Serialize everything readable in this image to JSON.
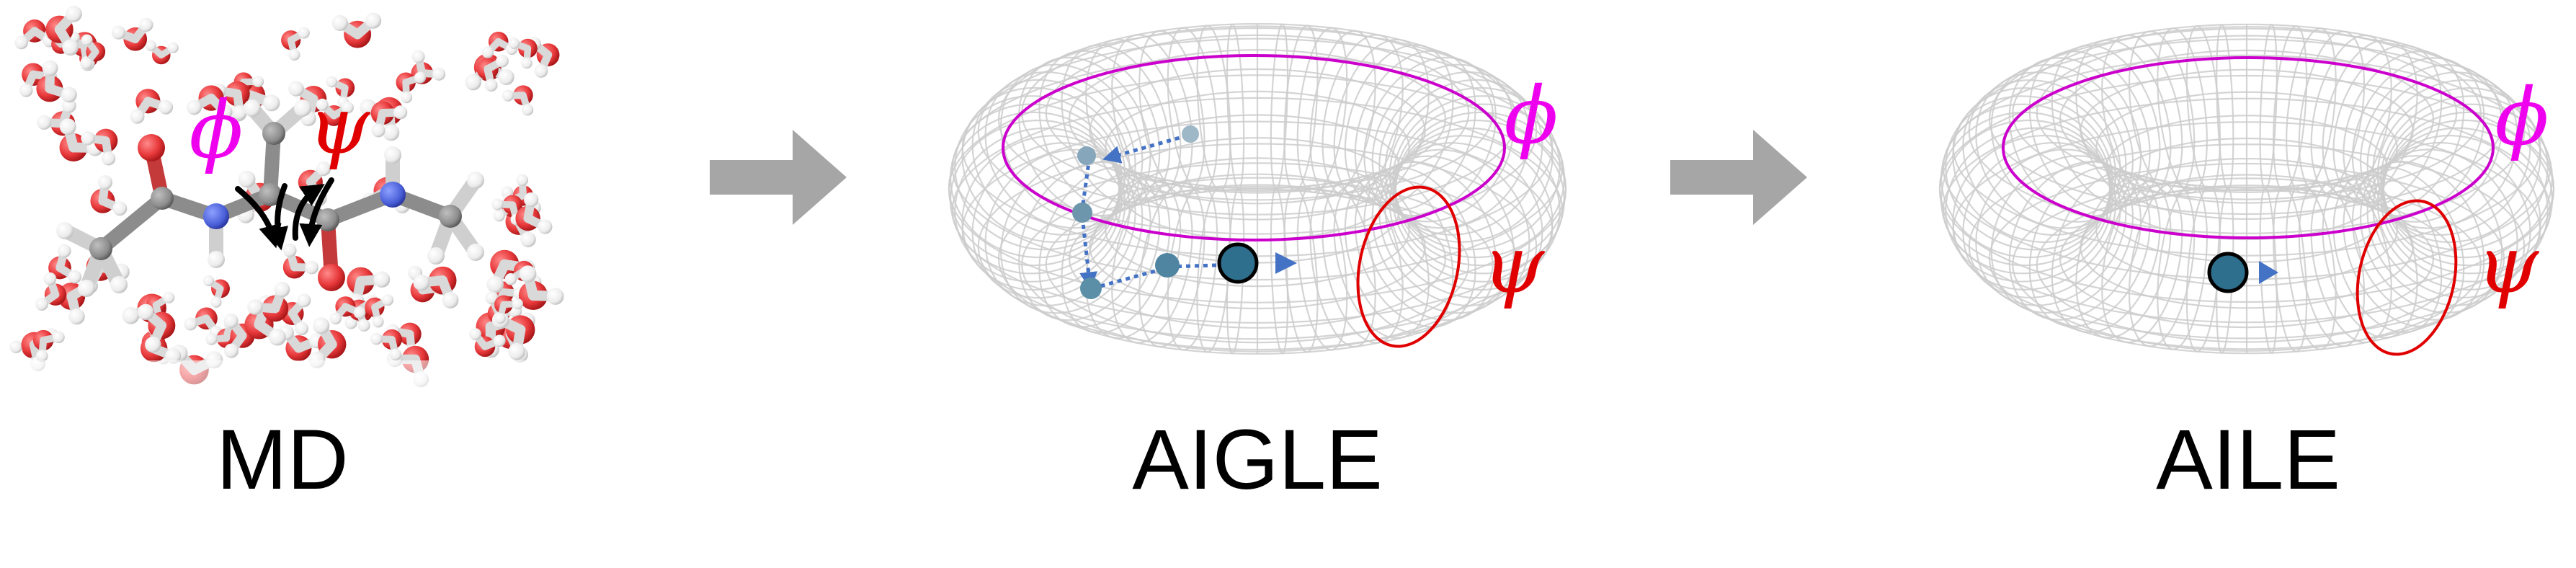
{
  "panels": [
    {
      "id": "md",
      "caption": "MD"
    },
    {
      "id": "aigle",
      "caption": "AIGLE"
    },
    {
      "id": "aile",
      "caption": "AILE"
    }
  ],
  "angles": {
    "phi": {
      "symbol": "ϕ",
      "color": "#ee00ee"
    },
    "psi": {
      "symbol": "ψ",
      "color": "#e00000"
    }
  },
  "colors": {
    "arrow_gray": "#a6a6a6",
    "torus_wire": "#cccccc",
    "phi_ring": "#cc00cc",
    "psi_ring": "#e00000",
    "particle_fill": "#2e6f8e",
    "trail_fill": "#5b8fa8",
    "trail_arrow": "#4472c4",
    "oxygen": "#e8393b",
    "hydrogen": "#f4f4f4",
    "carbon": "#8c8c8c",
    "nitrogen": "#4a5fd8"
  },
  "icons": [
    "flow-arrow-icon",
    "rotation-arrow-icon",
    "particle-marker-icon"
  ]
}
